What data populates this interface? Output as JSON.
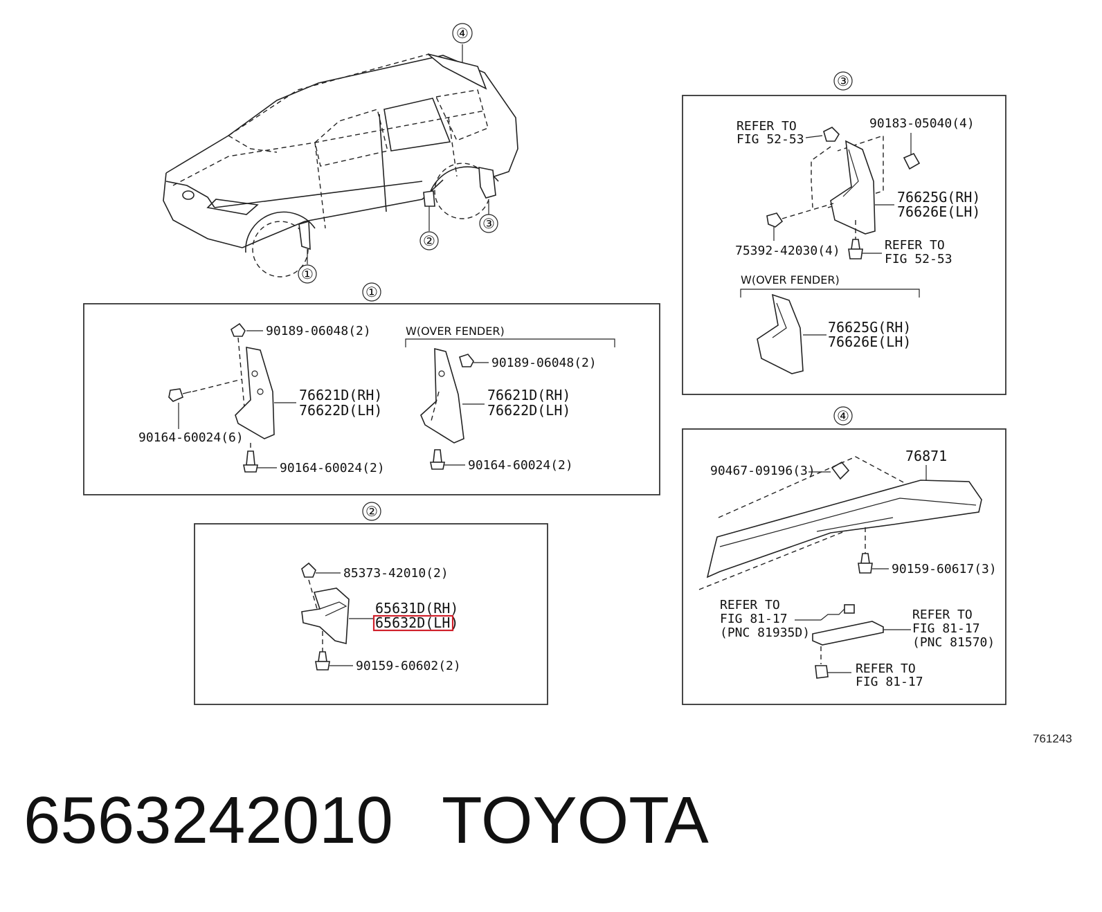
{
  "vehicle_callouts": [
    "④",
    "③",
    "②",
    "①"
  ],
  "panel1": {
    "marker": "①",
    "clip_top": "90189-06048(2)",
    "screw_side": "90164-60024(6)",
    "screw_bottom": "90164-60024(2)",
    "mudguard_rh": "76621D(RH)",
    "mudguard_lh": "76622D(LH)",
    "variant_header": "W(OVER FENDER)",
    "variant_clip": "90189-06048(2)",
    "variant_mudguard_rh": "76621D(RH)",
    "variant_mudguard_lh": "76622D(LH)",
    "variant_screw_bottom": "90164-60024(2)"
  },
  "panel2": {
    "marker": "②",
    "clip": "85373-42010(2)",
    "part_rh": "65631D(RH)",
    "part_lh": "65632D(LH)",
    "screw": "90159-60602(2)"
  },
  "panel3": {
    "marker": "③",
    "refer_top_1": "REFER TO",
    "refer_top_2": "FIG 52-53",
    "clip": "90183-05040(4)",
    "mudguard_rh": "76625G(RH)",
    "mudguard_lh": "76626E(LH)",
    "bolt": "75392-42030(4)",
    "refer_bottom_1": "REFER TO",
    "refer_bottom_2": "FIG 52-53",
    "variant_header": "W(OVER FENDER)",
    "variant_mudguard_rh": "76625G(RH)",
    "variant_mudguard_lh": "76626E(LH)"
  },
  "panel4": {
    "marker": "④",
    "spoiler": "76871",
    "clip": "90467-09196(3)",
    "screw": "90159-60617(3)",
    "refer_left_1": "REFER TO",
    "refer_left_2": "FIG 81-17",
    "refer_left_3": "(PNC 81935D)",
    "refer_right_1": "REFER TO",
    "refer_right_2": "FIG 81-17",
    "refer_right_3": "(PNC 81570)",
    "refer_bottom_1": "REFER TO",
    "refer_bottom_2": "FIG 81-17"
  },
  "reference_number": "761243",
  "footer": {
    "part_number": "6563242010",
    "brand": "TOYOTA"
  },
  "colors": {
    "highlight": "#d0202a",
    "ink": "#222222",
    "background": "#ffffff"
  }
}
